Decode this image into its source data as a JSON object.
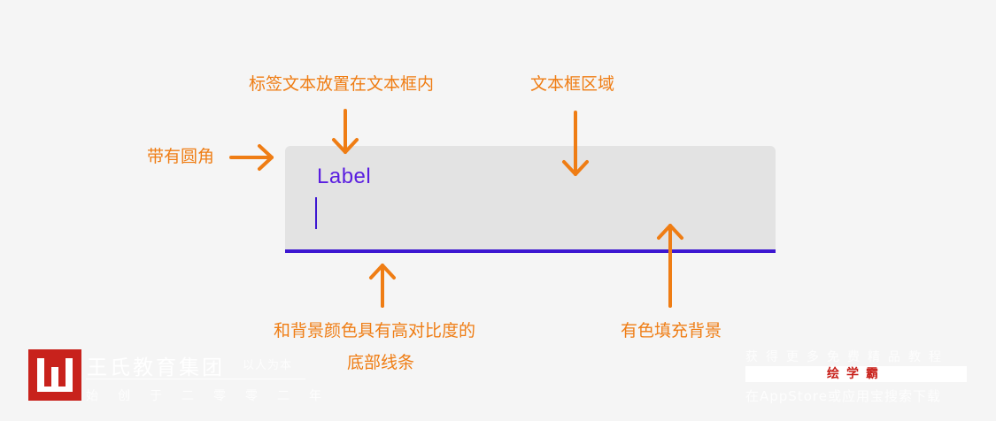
{
  "annotations": {
    "label_inside": "标签文本放置在文本框内",
    "field_area": "文本框区域",
    "rounded_corners": "带有圆角",
    "contrast_underline_1": "和背景颜色具有高对比度的",
    "contrast_underline_2": "底部线条",
    "filled_background": "有色填充背景"
  },
  "textfield": {
    "label": "Label",
    "fill_color": "#e3e3e3",
    "underline_color": "#3d17d1",
    "label_color": "#5a1ee0"
  },
  "accent_color": "#ef7d14",
  "watermark": {
    "org_name": "王氏教育集团",
    "motto": "以人为本",
    "founded": "始创于二零零二年",
    "promo_line1": "获得更多免费精品教程",
    "app_name": "绘学霸",
    "promo_line3": "在AppStore或应用宝搜索下载",
    "brand_color": "#c8221c"
  }
}
